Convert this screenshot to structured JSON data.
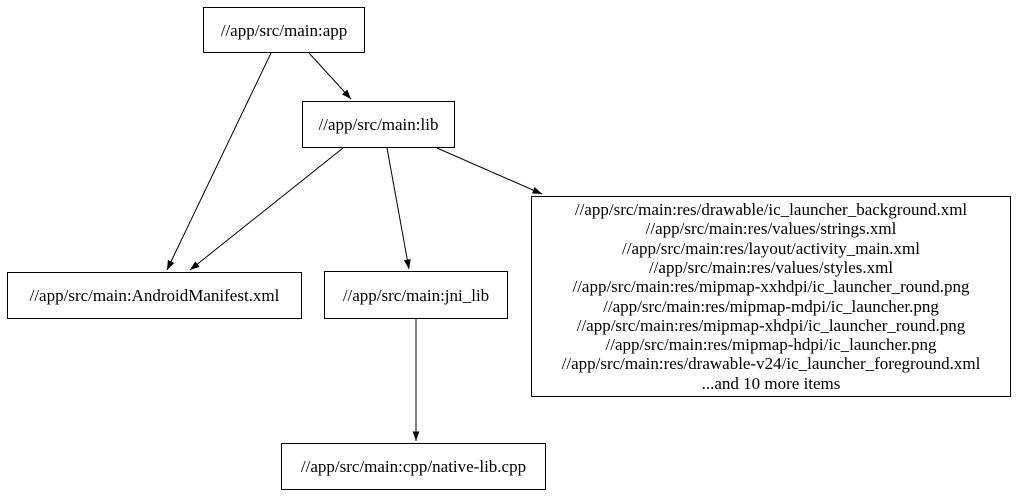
{
  "graph": {
    "type": "dependency-graph",
    "colors": {
      "background": "#ffffff",
      "node_border": "#000000",
      "text": "#000000",
      "edge": "#000000"
    },
    "nodes": [
      {
        "id": "app",
        "label": "//app/src/main:app"
      },
      {
        "id": "lib",
        "label": "//app/src/main:lib"
      },
      {
        "id": "android-manifest",
        "label": "//app/src/main:AndroidManifest.xml"
      },
      {
        "id": "jni-lib",
        "label": "//app/src/main:jni_lib"
      },
      {
        "id": "res-file-group",
        "lines": [
          "//app/src/main:res/drawable/ic_launcher_background.xml",
          "//app/src/main:res/values/strings.xml",
          "//app/src/main:res/layout/activity_main.xml",
          "//app/src/main:res/values/styles.xml",
          "//app/src/main:res/mipmap-xxhdpi/ic_launcher_round.png",
          "//app/src/main:res/mipmap-mdpi/ic_launcher.png",
          "//app/src/main:res/mipmap-xhdpi/ic_launcher_round.png",
          "//app/src/main:res/mipmap-hdpi/ic_launcher.png",
          "//app/src/main:res/drawable-v24/ic_launcher_foreground.xml",
          "...and 10 more items"
        ]
      },
      {
        "id": "native-lib-cpp",
        "label": "//app/src/main:cpp/native-lib.cpp"
      }
    ],
    "edges": [
      {
        "from": "app",
        "to": "lib"
      },
      {
        "from": "app",
        "to": "android-manifest"
      },
      {
        "from": "lib",
        "to": "android-manifest"
      },
      {
        "from": "lib",
        "to": "jni-lib"
      },
      {
        "from": "lib",
        "to": "res-file-group"
      },
      {
        "from": "jni-lib",
        "to": "native-lib-cpp"
      }
    ]
  }
}
